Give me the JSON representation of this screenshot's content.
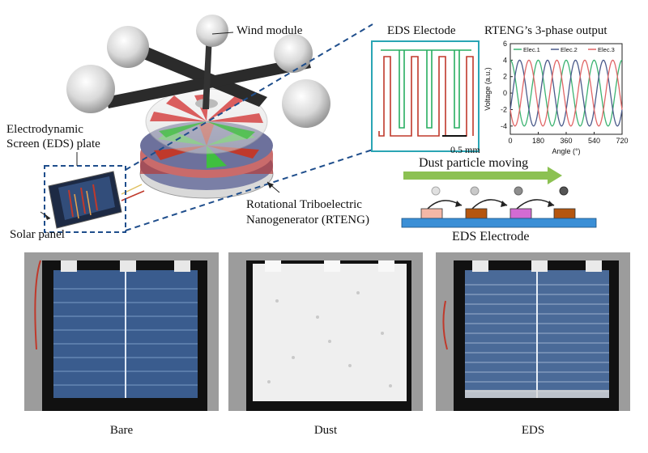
{
  "labels": {
    "wind_module": "Wind module",
    "eds_plate_line1": "Electrodynamic",
    "eds_plate_line2": "Screen (EDS) plate",
    "solar_panel": "Solar panel",
    "rteng_line1": "Rotational Triboelectric",
    "rteng_line2": "Nanogenerator (RTENG)",
    "eds_electrode_title": "EDS Electode",
    "scale_bar": "0.5 mm",
    "dust_moving": "Dust particle moving",
    "eds_electrode_bottom": "EDS Electrode"
  },
  "photos": [
    {
      "caption": "Bare"
    },
    {
      "caption": "Dust"
    },
    {
      "caption": "EDS"
    }
  ],
  "colors": {
    "zoom_dash": "#1f4e8c",
    "eds_box_border": "#2aa5b4",
    "electrode_red": "#c0392b",
    "electrode_green": "#27ae60",
    "dust_arrow": "#8cc152",
    "substrate_blue": "#3b8fd6",
    "electrode_pink": "#f4b7a6",
    "electrode_brown": "#b5560f",
    "electrode_magenta": "#d36bd3"
  },
  "chart_data": {
    "type": "line",
    "title": "RTENG’s 3-phase output",
    "xlabel": "Angle (°)",
    "ylabel": "Voltage (a.u.)",
    "xlim": [
      0,
      720
    ],
    "ylim": [
      -5,
      6
    ],
    "xticks": [
      0,
      180,
      360,
      540,
      720
    ],
    "yticks": [
      -4,
      -2,
      0,
      2,
      4,
      6
    ],
    "amplitude": 4,
    "period_deg": 180,
    "series": [
      {
        "name": "Elec.1",
        "color": "#3cb371",
        "phase_deg": 0
      },
      {
        "name": "Elec.2",
        "color": "#4a5a8a",
        "phase_deg": 60
      },
      {
        "name": "Elec.3",
        "color": "#e06666",
        "phase_deg": 120
      }
    ]
  }
}
